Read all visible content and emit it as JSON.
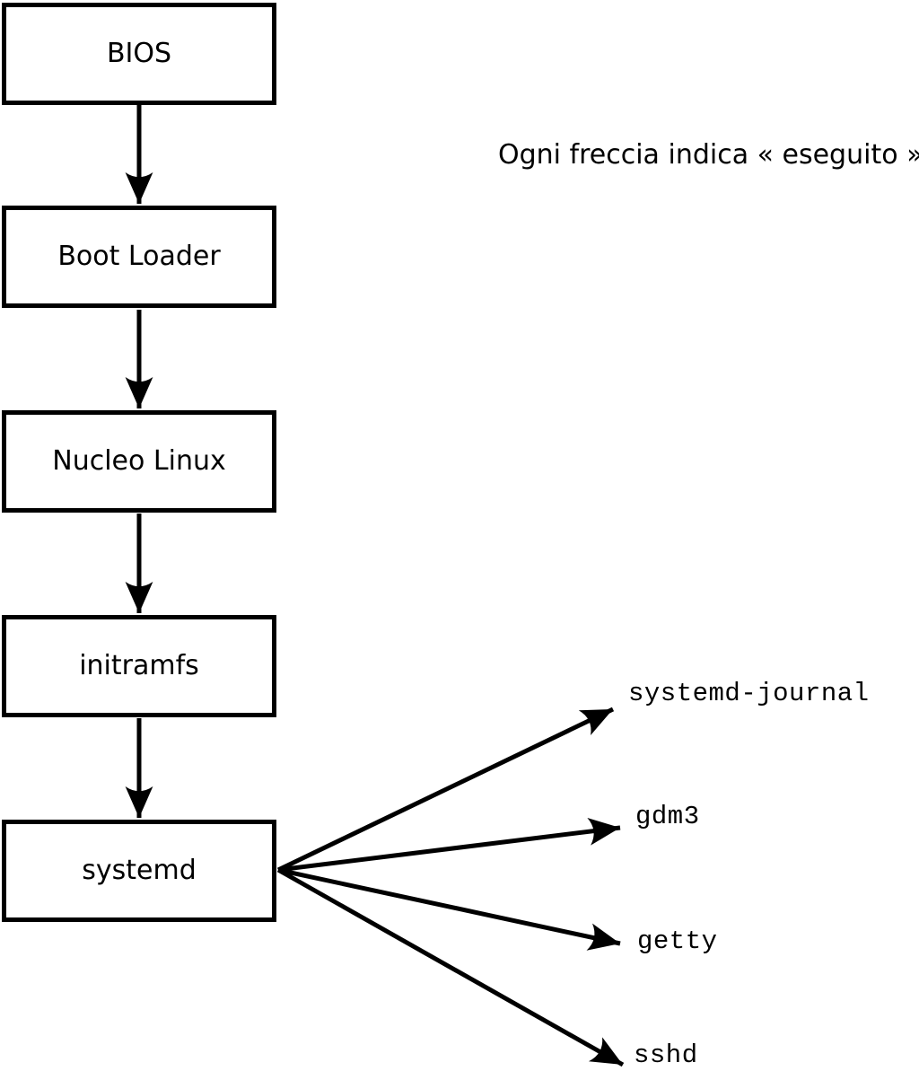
{
  "diagram": {
    "annotation": "Ogni freccia indica « eseguito ».",
    "chain": [
      {
        "label": "BIOS"
      },
      {
        "label": "Boot Loader"
      },
      {
        "label": "Nucleo Linux"
      },
      {
        "label": "initramfs"
      },
      {
        "label": "systemd"
      }
    ],
    "branches": [
      {
        "label": "systemd-journal"
      },
      {
        "label": "gdm3"
      },
      {
        "label": "getty"
      },
      {
        "label": "sshd"
      }
    ],
    "colors": {
      "stroke": "#000000",
      "box_fill": "#ffffff",
      "text": "#000000",
      "background": "#ffffff"
    }
  }
}
